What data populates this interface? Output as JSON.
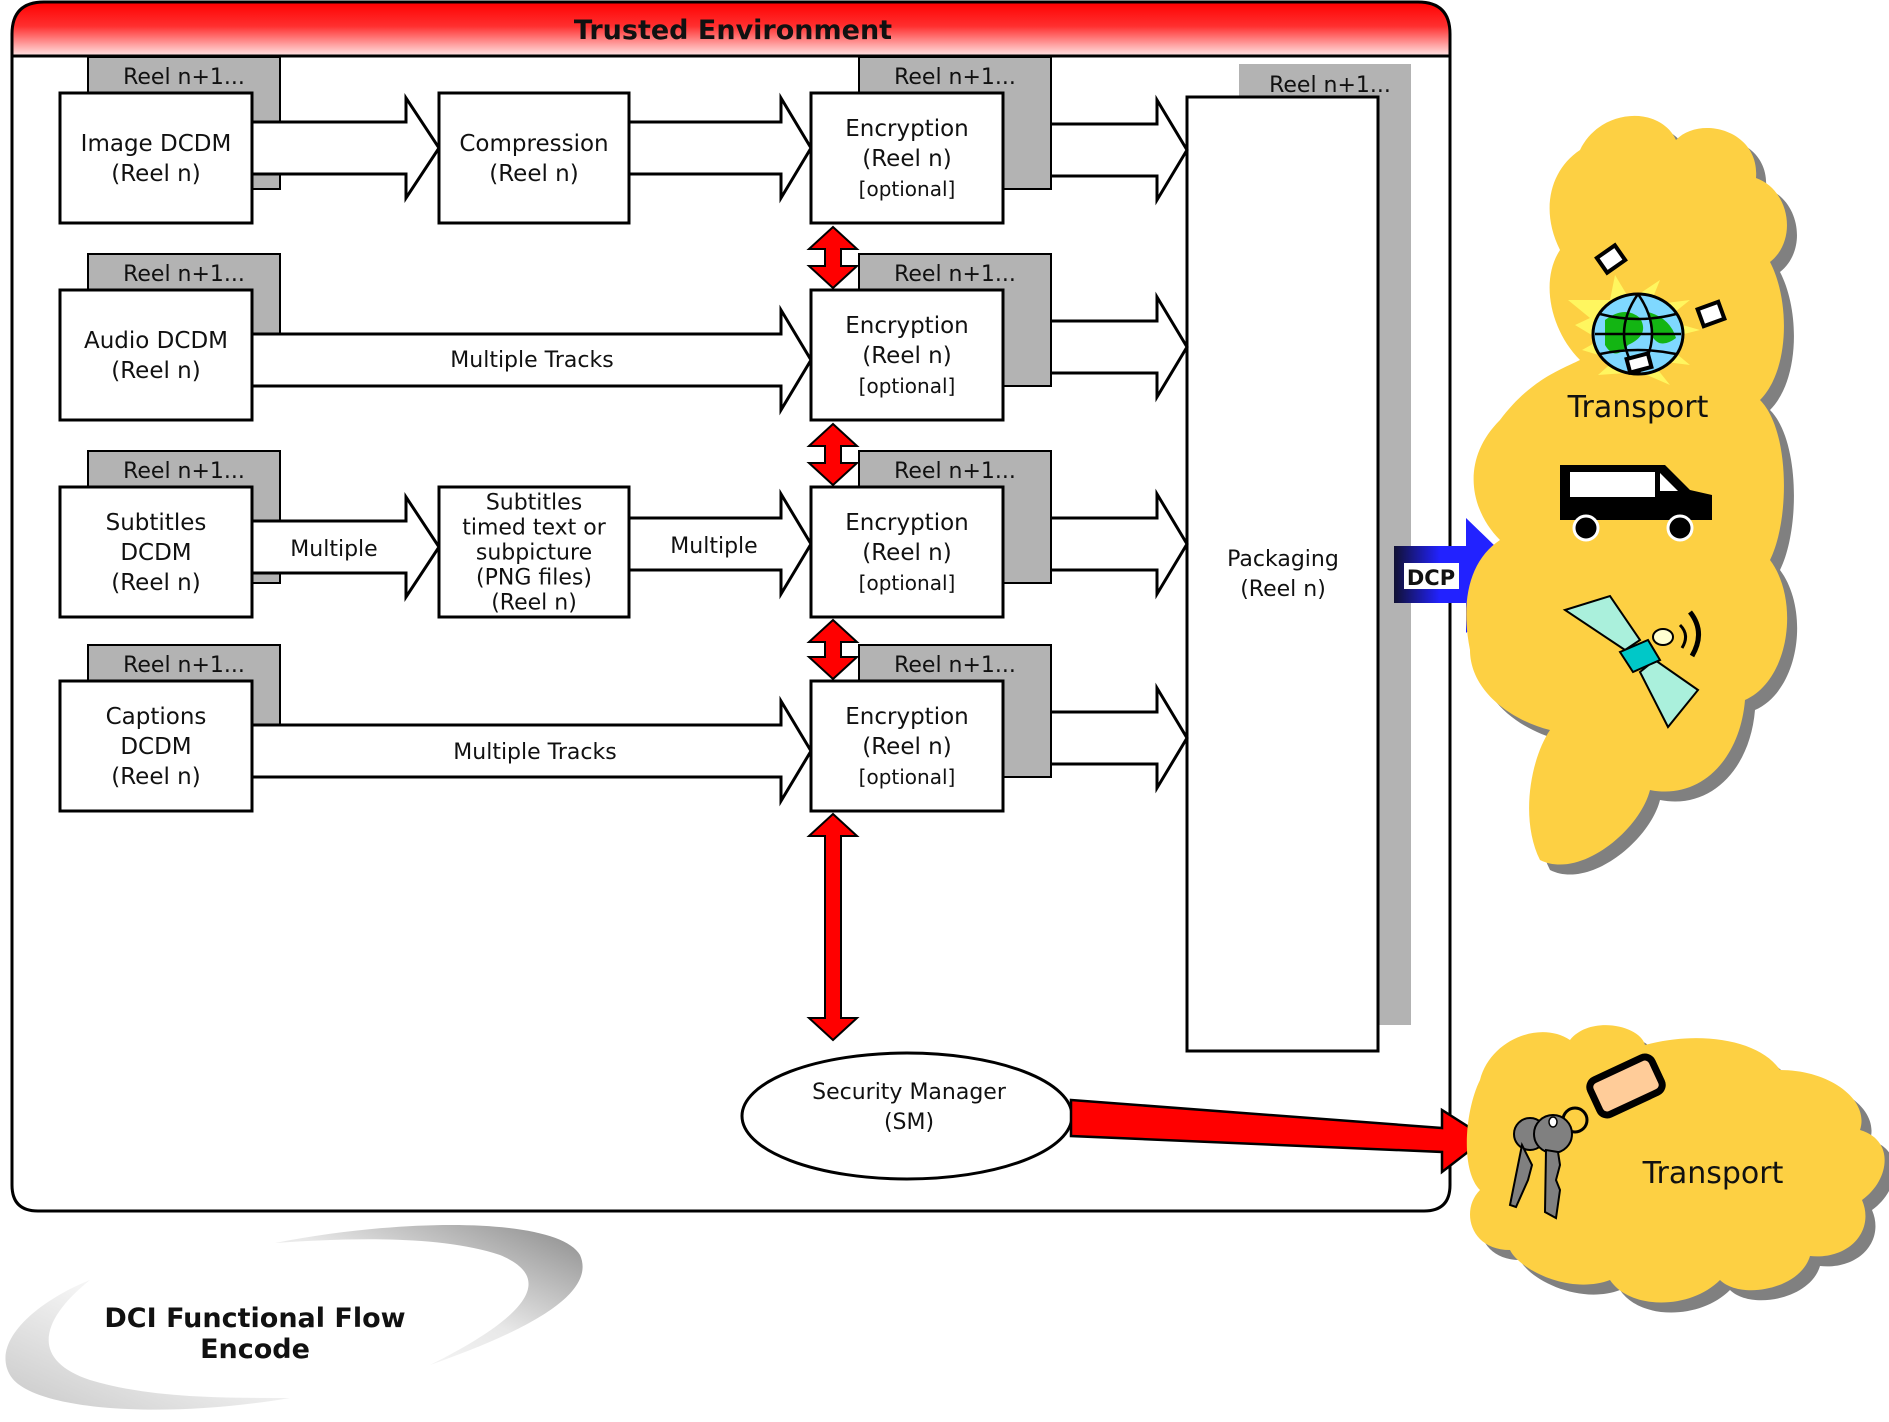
{
  "trusted_environment": {
    "title": "Trusted Environment"
  },
  "shadow_label": "Reel n+1...",
  "sources": [
    {
      "id": "image",
      "lines": [
        "Image DCDM",
        "(Reel n)"
      ]
    },
    {
      "id": "audio",
      "lines": [
        "Audio DCDM",
        "(Reel n)"
      ]
    },
    {
      "id": "subtitles",
      "lines": [
        "Subtitles",
        "DCDM",
        "(Reel n)"
      ]
    },
    {
      "id": "captions",
      "lines": [
        "Captions",
        "DCDM",
        "(Reel n)"
      ]
    }
  ],
  "compression": {
    "lines": [
      "Compression",
      "(Reel n)"
    ]
  },
  "subtitle_processing": {
    "lines": [
      "Subtitles",
      "timed text or",
      "subpicture",
      "(PNG files)",
      "(Reel n)"
    ]
  },
  "encryption": {
    "lines": [
      "Encryption",
      "(Reel n)",
      "[optional]"
    ]
  },
  "flow_labels": {
    "audio": "Multiple Tracks",
    "subtitles_in": "Multiple",
    "subtitles_out": "Multiple",
    "captions": "Multiple Tracks"
  },
  "packaging": {
    "lines": [
      "Packaging",
      "(Reel n)"
    ]
  },
  "dcp_label": "DCP",
  "security_manager": {
    "lines": [
      "Security Manager",
      "(SM)"
    ]
  },
  "transport_clouds": [
    {
      "label": "Transport",
      "icons": [
        "globe-satellite-icon",
        "truck-icon",
        "satellite-icon"
      ]
    },
    {
      "label": "Transport",
      "icons": [
        "keys-icon"
      ]
    }
  ],
  "footer": {
    "lines": [
      "DCI Functional Flow",
      "Encode"
    ]
  },
  "colors": {
    "header_red": "#ff1010",
    "arrow_red": "#ff0000",
    "dcp_blue": "#2222ff",
    "cloud_yellow": "#fdd043",
    "shadow_gray": "#b3b3b3"
  }
}
